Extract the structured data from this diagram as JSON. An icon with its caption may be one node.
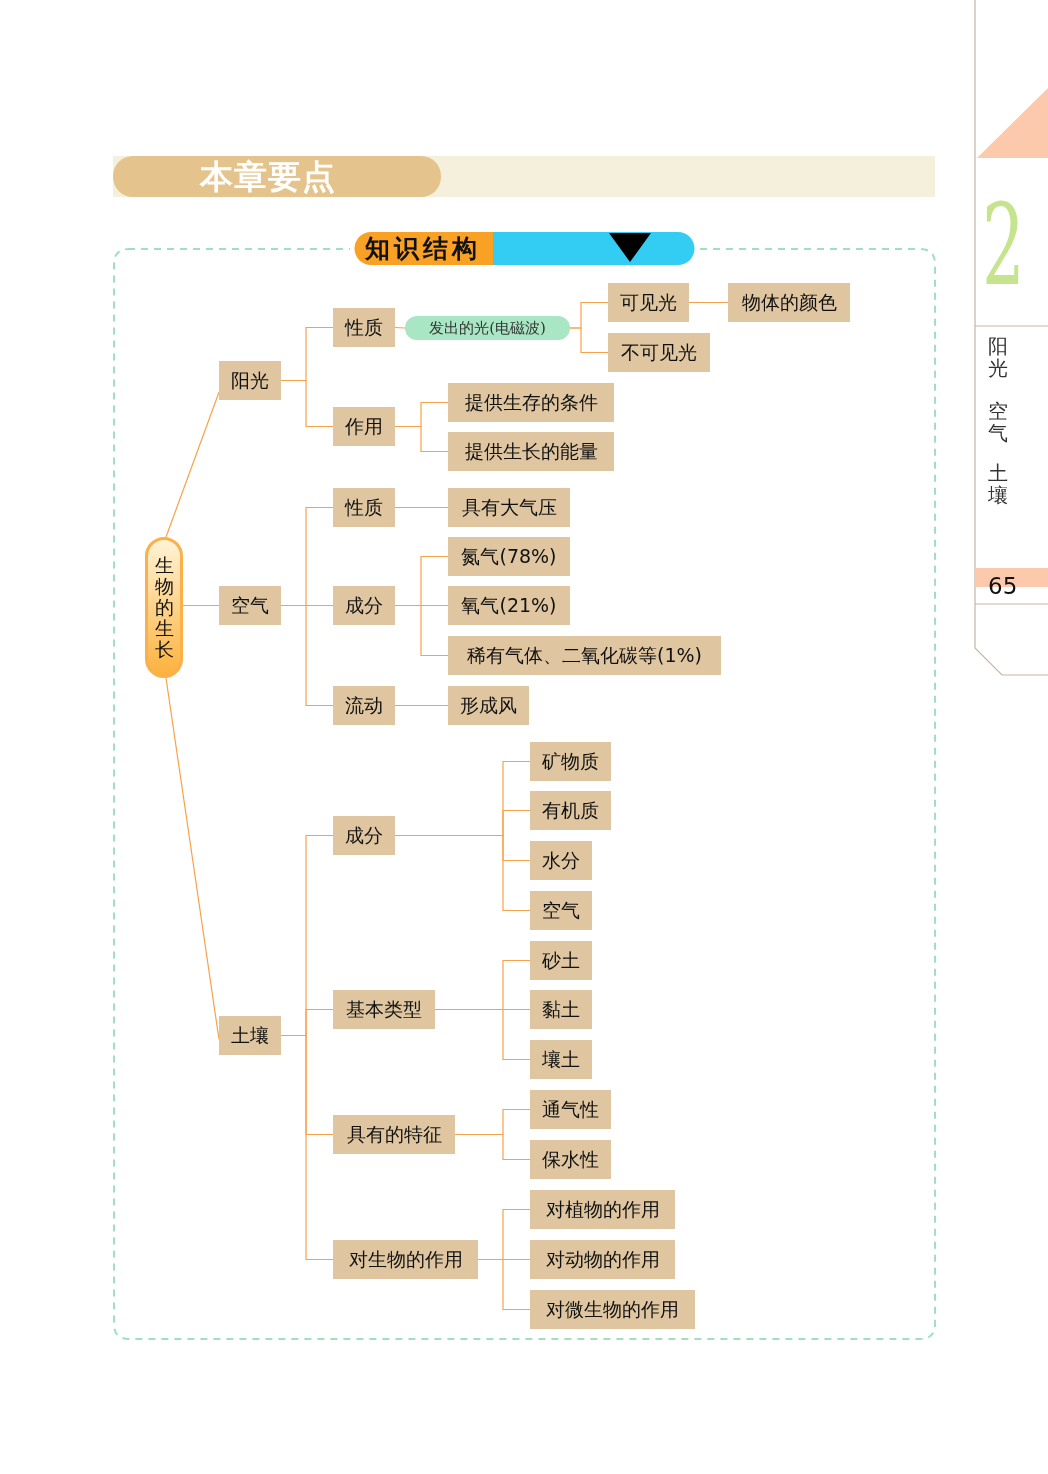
{
  "diagram": {
    "title": "本章要点",
    "nodes": [
      {
        "text": [
          "生物的生长"
        ]
      },
      {
        "text": [
          "阳光"
        ]
      },
      {
        "text": [
          "性质"
        ]
      },
      {
        "text": [
          "发出的光(电磁波)"
        ]
      },
      {
        "text": [
          "可见光"
        ]
      },
      {
        "text": [
          "物体的颜色"
        ]
      },
      {
        "text": [
          "不可见光"
        ]
      },
      {
        "text": [
          "作用"
        ]
      },
      {
        "text": [
          "提供生存的条件"
        ]
      },
      {
        "text": [
          "提供生长的能量"
        ]
      },
      {
        "text": [
          "空气"
        ]
      },
      {
        "text": [
          "性质"
        ]
      },
      {
        "text": [
          "具有大气压"
        ]
      },
      {
        "text": [
          "成分"
        ]
      },
      {
        "text": [
          "氮气(78%)"
        ]
      },
      {
        "text": [
          "氧气(21%)"
        ]
      },
      {
        "text": [
          "稀有气体、二氧化碳等(1%)"
        ]
      },
      {
        "text": [
          "流动"
        ]
      },
      {
        "text": [
          "形成风"
        ]
      },
      {
        "text": [
          "土壤"
        ]
      },
      {
        "text": [
          "成分"
        ]
      },
      {
        "text": [
          "矿物质"
        ]
      },
      {
        "text": [
          "有机质"
        ]
      },
      {
        "text": [
          "水分"
        ]
      },
      {
        "text": [
          "空气"
        ]
      },
      {
        "text": [
          "基本类型"
        ]
      },
      {
        "text": [
          "砂土"
        ]
      },
      {
        "text": [
          "黏土"
        ]
      },
      {
        "text": [
          "壤土"
        ]
      },
      {
        "text": [
          "具有的特征"
        ]
      },
      {
        "text": [
          "通气性"
        ]
      },
      {
        "text": [
          "保水性"
        ]
      },
      {
        "text": [
          "对生物的作用"
        ]
      },
      {
        "text": [
          "对植物的作用"
        ]
      },
      {
        "text": [
          "对动物的作用"
        ]
      },
      {
        "text": [
          "对微生物的作用"
        ]
      }
    ],
    "edges": [
      {
        "from": 0,
        "to": 1,
        "arrow": "none"
      },
      {
        "from": 1,
        "to": 2,
        "arrow": "none"
      },
      {
        "from": 2,
        "to": 3,
        "arrow": "none"
      },
      {
        "from": 3,
        "to": 4,
        "arrow": "none"
      },
      {
        "from": 4,
        "to": 5,
        "arrow": "none"
      },
      {
        "from": 3,
        "to": 6,
        "arrow": "none"
      },
      {
        "from": 1,
        "to": 7,
        "arrow": "none"
      },
      {
        "from": 7,
        "to": 8,
        "arrow": "none"
      },
      {
        "from": 7,
        "to": 9,
        "arrow": "none"
      },
      {
        "from": 0,
        "to": 10,
        "arrow": "none"
      },
      {
        "from": 10,
        "to": 11,
        "arrow": "none"
      },
      {
        "from": 11,
        "to": 12,
        "arrow": "none"
      },
      {
        "from": 10,
        "to": 13,
        "arrow": "none"
      },
      {
        "from": 13,
        "to": 14,
        "arrow": "none"
      },
      {
        "from": 13,
        "to": 15,
        "arrow": "none"
      },
      {
        "from": 13,
        "to": 16,
        "arrow": "none"
      },
      {
        "from": 10,
        "to": 17,
        "arrow": "none"
      },
      {
        "from": 17,
        "to": 18,
        "arrow": "none"
      },
      {
        "from": 0,
        "to": 19,
        "arrow": "none"
      },
      {
        "from": 19,
        "to": 20,
        "arrow": "none"
      },
      {
        "from": 20,
        "to": 21,
        "arrow": "none"
      },
      {
        "from": 20,
        "to": 22,
        "arrow": "none"
      },
      {
        "from": 20,
        "to": 23,
        "arrow": "none"
      },
      {
        "from": 20,
        "to": 24,
        "arrow": "none"
      },
      {
        "from": 19,
        "to": 25,
        "arrow": "none"
      },
      {
        "from": 25,
        "to": 26,
        "arrow": "none"
      },
      {
        "from": 25,
        "to": 27,
        "arrow": "none"
      },
      {
        "from": 25,
        "to": 28,
        "arrow": "none"
      },
      {
        "from": 19,
        "to": 29,
        "arrow": "none"
      },
      {
        "from": 29,
        "to": 30,
        "arrow": "none"
      },
      {
        "from": 29,
        "to": 31,
        "arrow": "none"
      },
      {
        "from": 19,
        "to": 32,
        "arrow": "none"
      },
      {
        "from": 32,
        "to": 33,
        "arrow": "none"
      },
      {
        "from": 32,
        "to": 34,
        "arrow": "none"
      },
      {
        "from": 32,
        "to": 35,
        "arrow": "none"
      }
    ],
    "labels": [
      "知识结构",
      "2",
      "阳光",
      "空气",
      "土壤",
      "65"
    ]
  }
}
